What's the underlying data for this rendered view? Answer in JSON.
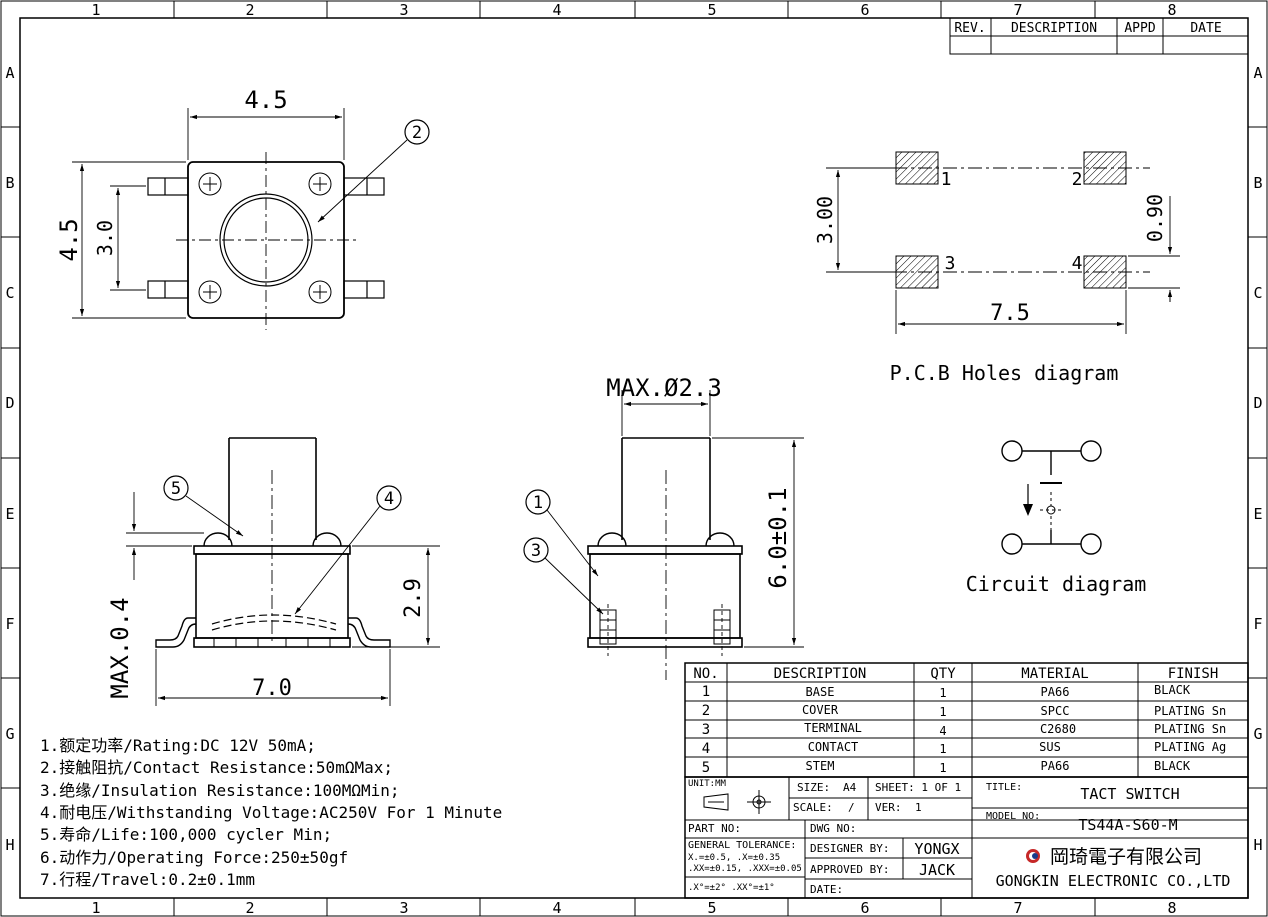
{
  "frame": {
    "columns": [
      "1",
      "2",
      "3",
      "4",
      "5",
      "6",
      "7",
      "8"
    ],
    "rows": [
      "A",
      "B",
      "C",
      "D",
      "E",
      "F",
      "G",
      "H"
    ]
  },
  "revision_block": {
    "headers": [
      "REV.",
      "DESCRIPTION",
      "APPD",
      "DATE"
    ]
  },
  "top_view": {
    "width_dim": "4.5",
    "height_dim": "4.5",
    "pitch_dim": "3.0",
    "callout": "2"
  },
  "pcb": {
    "height_dim": "3.00",
    "pad_dim": "0.90",
    "width_dim": "7.5",
    "pins": [
      "1",
      "2",
      "3",
      "4"
    ],
    "caption": "P.C.B Holes diagram"
  },
  "side_view": {
    "width_dim": "7.0",
    "body_height_dim": "2.9",
    "max_dim": "MAX.0.4",
    "callouts": [
      "5",
      "4"
    ]
  },
  "front_view": {
    "stem_dia": "MAX.Ø2.3",
    "total_height": "6.0±0.1",
    "callouts": [
      "1",
      "3"
    ]
  },
  "circuit": {
    "caption": "Circuit diagram"
  },
  "notes": [
    "1.额定功率/Rating:DC 12V 50mA;",
    "2.接触阻抗/Contact Resistance:50mΩMax;",
    "3.绝缘/Insulation Resistance:100MΩMin;",
    "4.耐电压/Withstanding Voltage:AC250V For 1 Minute",
    "5.寿命/Life:100,000 cycler Min;",
    "6.动作力/Operating Force:250±50gf",
    "7.行程/Travel:0.2±0.1mm"
  ],
  "bom": {
    "headers": [
      "NO.",
      "DESCRIPTION",
      "QTY",
      "MATERIAL",
      "FINISH"
    ],
    "rows": [
      {
        "no": "1",
        "desc": "BASE",
        "qty": "1",
        "material": "PA66",
        "finish": "BLACK"
      },
      {
        "no": "2",
        "desc": "COVER",
        "qty": "1",
        "material": "SPCC",
        "finish": "PLATING Sn"
      },
      {
        "no": "3",
        "desc": "TERMINAL",
        "qty": "4",
        "material": "C2680",
        "finish": "PLATING Sn"
      },
      {
        "no": "4",
        "desc": "CONTACT",
        "qty": "1",
        "material": "SUS",
        "finish": "PLATING Ag"
      },
      {
        "no": "5",
        "desc": "STEM",
        "qty": "1",
        "material": "PA66",
        "finish": "BLACK"
      }
    ]
  },
  "title_block": {
    "unit": "UNIT:MM",
    "size_label": "SIZE:",
    "size_value": "A4",
    "sheet": "SHEET: 1 OF 1",
    "scale_label": "SCALE:",
    "scale_value": "/",
    "ver_label": "VER:",
    "ver_value": "1",
    "title_label": "TITLE:",
    "title_value": "TACT SWITCH",
    "model_label": "MODEL NO:",
    "model_value": "TS44A-S60-M",
    "part_no": "PART NO:",
    "dwg_no": "DWG NO:",
    "tol_title": "GENERAL TOLERANCE:",
    "tol_line1": "X.=±0.5,   .X=±0.35",
    "tol_line2": ".XX=±0.15, .XXX=±0.05",
    "tol_line3": ".X°=±2°  .XX°=±1°",
    "designer_label": "DESIGNER BY:",
    "designer_value": "YONGX",
    "approved_label": "APPROVED BY:",
    "approved_value": "JACK",
    "date_label": "DATE:",
    "company_cn": "岡琦電子有限公司",
    "company_en": "GONGKIN ELECTRONIC CO.,LTD"
  }
}
